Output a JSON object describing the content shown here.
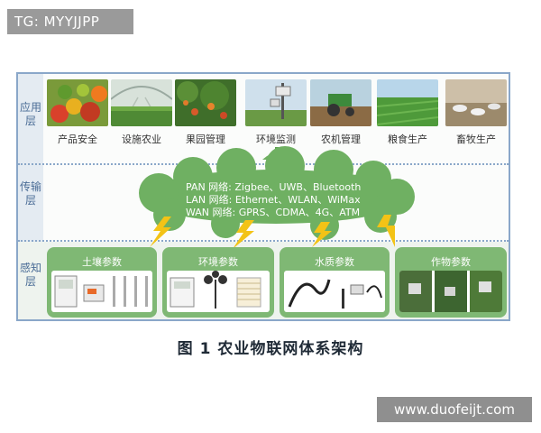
{
  "watermark_top_left": "TG: MYYJJPP",
  "watermark_bottom_right": "www.duofeijt.com",
  "layers": {
    "application": "应用层",
    "transport": "传输层",
    "perception": "感知层"
  },
  "applications": [
    "产品安全",
    "设施农业",
    "果园管理",
    "环境监测",
    "农机管理",
    "粮食生产",
    "畜牧生产"
  ],
  "networks": [
    "PAN 网络: Zigbee、UWB、Bluetooth",
    "LAN 网络: Ethernet、WLAN、WiMax",
    "WAN 网络: GPRS、CDMA、4G、ATM"
  ],
  "sensors": [
    "土壤参数",
    "环境参数",
    "水质参数",
    "作物参数"
  ],
  "caption": "图 1 农业物联网体系架构",
  "colors": {
    "frame": "#8aa7c9",
    "cloud": "#6fb062",
    "card": "#7fb874",
    "lightning": "#f3c316",
    "layer_text": "#4a6c96"
  }
}
